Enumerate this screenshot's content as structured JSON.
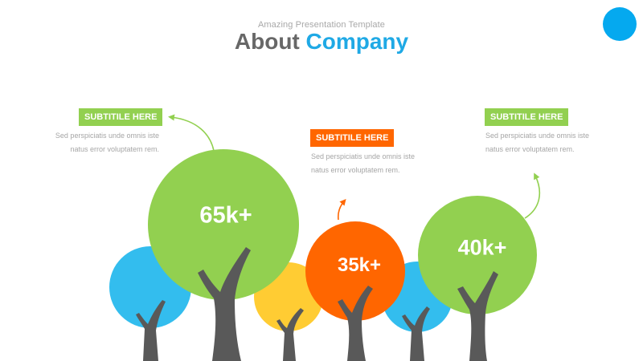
{
  "header": {
    "kicker": "Amazing Presentation Template",
    "title_part1": "About",
    "title_part2": "Company"
  },
  "colors": {
    "green": "#92d050",
    "orange": "#ff6600",
    "blue": "#33bdee",
    "yellow": "#ffcc33",
    "trunk": "#595959",
    "accent": "#05a9ef"
  },
  "callouts": [
    {
      "subtitle": "SUBTITILE HERE",
      "line1": "Sed perspiciatis unde omnis iste",
      "line2": "natus error voluptatem rem."
    },
    {
      "subtitle": "SUBTITILE HERE",
      "line1": "Sed perspiciatis unde omnis iste",
      "line2": "natus error voluptatem rem."
    },
    {
      "subtitle": "SUBTITILE HERE",
      "line1": "Sed perspiciatis unde omnis iste",
      "line2": "natus error voluptatem rem."
    }
  ],
  "stats": [
    {
      "label": "65k+"
    },
    {
      "label": "35k+"
    },
    {
      "label": "40k+"
    }
  ]
}
